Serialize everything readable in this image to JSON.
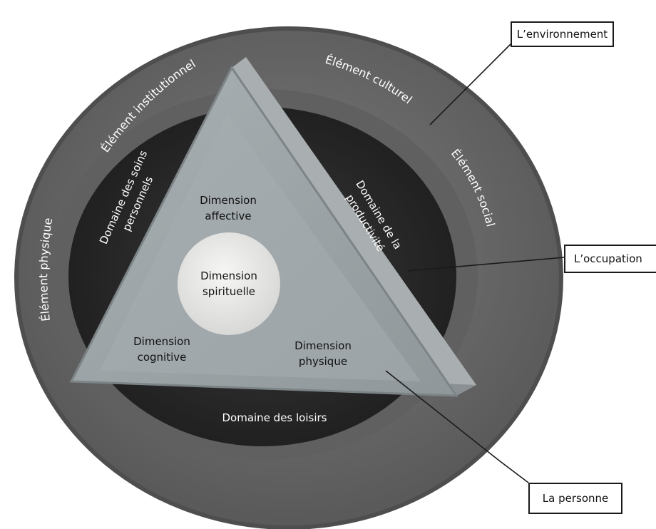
{
  "colors": {
    "outer_ring": "#6f6f6f",
    "middle_ring": "#5b5b5b",
    "occupation_disc": "#2a2a2a",
    "triangle_face": "#9fa6a9",
    "triangle_edge": "#7b8083",
    "spiritual_circle": "#e8e8e6",
    "label_text": "#ffffff",
    "callout_border": "#1a1a1a"
  },
  "callouts": {
    "environment": "L’environnement",
    "occupation": "L’occupation",
    "person": "La personne"
  },
  "environment_elements": {
    "cultural": "Élément culturel",
    "institutional": "Élément institutionnel",
    "physical": "Élément physique",
    "social": "Élément social"
  },
  "occupation_domains": {
    "self_care_line1": "Domaine des soins",
    "self_care_line2": "personnels",
    "productivity_line1": "Domaine de la",
    "productivity_line2": "productivité",
    "leisure": "Domaine des loisirs"
  },
  "person_dimensions": {
    "affective_line1": "Dimension",
    "affective_line2": "affective",
    "spiritual_line1": "Dimension",
    "spiritual_line2": "spirituelle",
    "cognitive_line1": "Dimension",
    "cognitive_line2": "cognitive",
    "physical_line1": "Dimension",
    "physical_line2": "physique"
  }
}
